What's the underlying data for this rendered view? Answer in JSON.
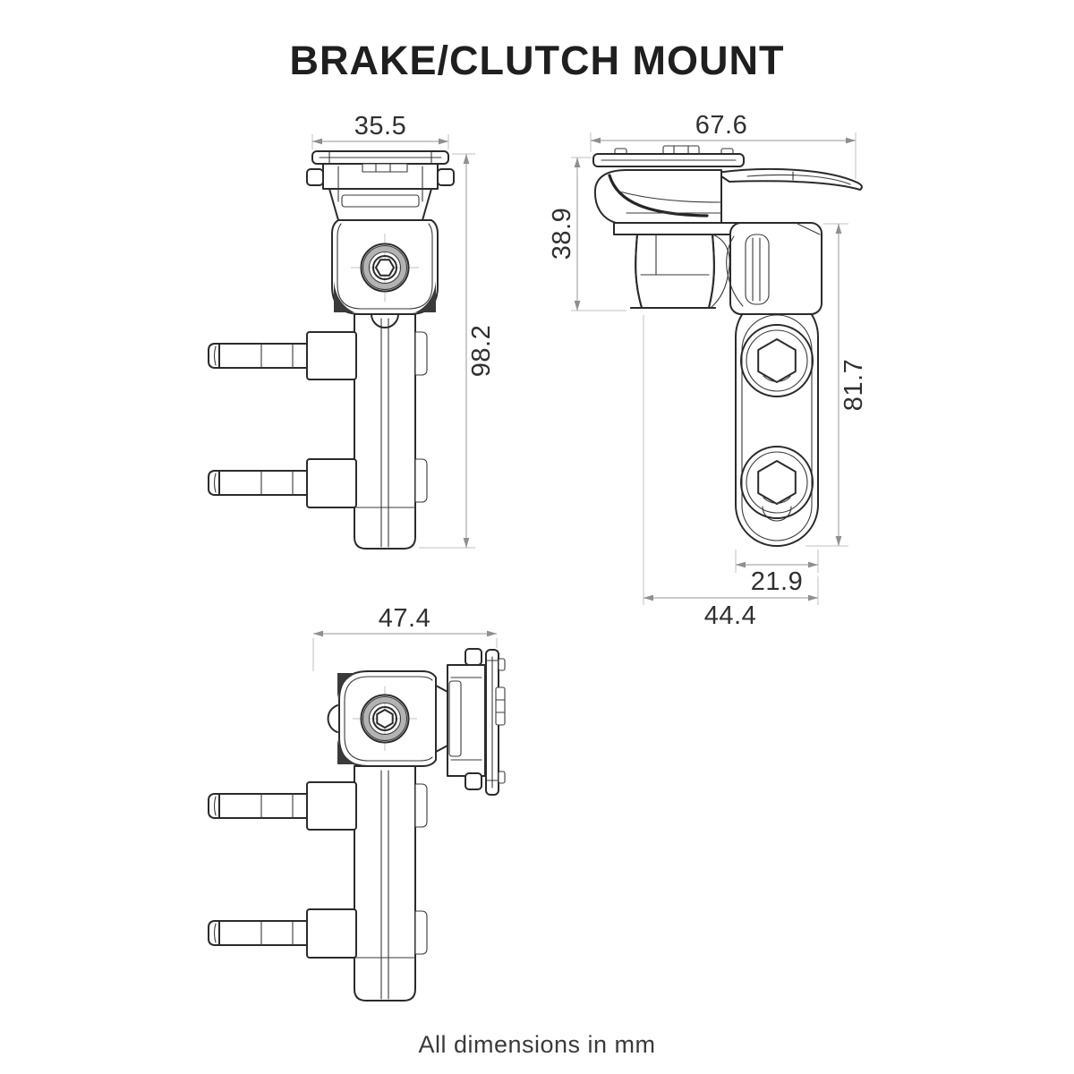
{
  "title": "BRAKE/CLUTCH MOUNT",
  "footer_note": "All dimensions in mm",
  "units": "mm",
  "product": "brake/clutch mount technical drawing",
  "views": {
    "front_view": "front view (head up)",
    "side_view": "side view (lever right)",
    "rotated_view": "front view (head rotated right)"
  },
  "dimensions": {
    "front_width": "35.5",
    "front_height": "98.2",
    "side_width": "67.6",
    "side_head_height": "38.9",
    "side_clamp_height": "81.7",
    "side_slot_width": "21.9",
    "side_base_width": "44.4",
    "rotated_width": "47.4"
  },
  "colors": {
    "background": "#ffffff",
    "part_line": "#2b2b2b",
    "dimension_line": "#ababab",
    "dimension_text": "#303030"
  }
}
